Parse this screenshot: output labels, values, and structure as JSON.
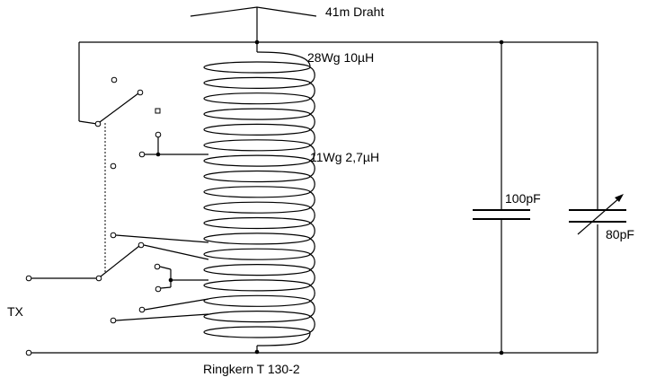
{
  "labels": {
    "antenna": "41m Draht",
    "coil_upper": "28Wg 10µH",
    "coil_tap": "11Wg 2,7µH",
    "cap_fixed": "100pF",
    "cap_variable": "80pF",
    "tx": "TX",
    "core": "Ringkern T 130-2"
  },
  "coil": {
    "upper_turns": 10,
    "lower_turns": 8
  }
}
